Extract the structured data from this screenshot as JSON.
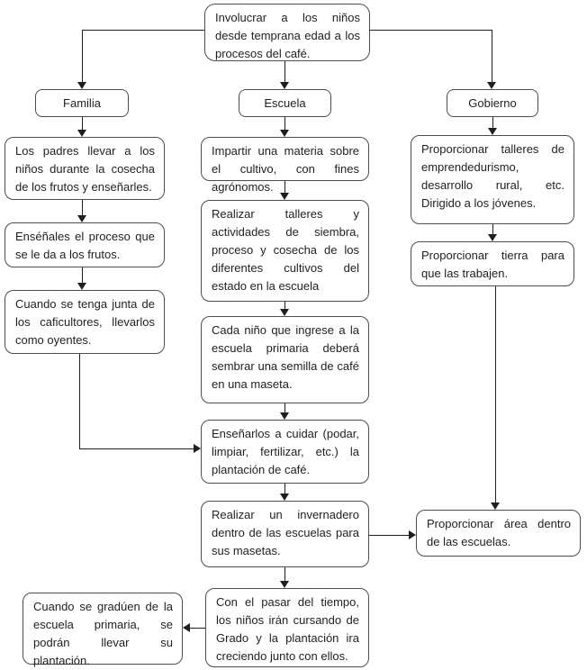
{
  "style": {
    "border_color": "#4d4d4d",
    "line_color": "#1f1f1f",
    "text_color": "#1f1f1f",
    "background_color": "#ffffff"
  },
  "flowchart": {
    "root": "Involucrar a los niños desde temprana edad a los procesos del café.",
    "branch_headers": {
      "familia": "Familia",
      "escuela": "Escuela",
      "gobierno": "Gobierno"
    },
    "familia": {
      "step1": "Los padres llevar a los niños durante la cosecha de los frutos y enseñarles.",
      "step2": "Enséñales el proceso que se le da a los frutos.",
      "step3": "Cuando se tenga junta de los caficultores, llevarlos como oyentes."
    },
    "escuela": {
      "step1": "Impartir una materia sobre el cultivo, con fines agrónomos.",
      "step2": "Realizar talleres y actividades de siembra, proceso y cosecha de los diferentes cultivos del estado en la escuela",
      "step3": "Cada niño que ingrese a la escuela primaria deberá sembrar una semilla de café en una maseta.",
      "step4": "Enseñarlos a cuidar (podar, limpiar, fertilizar, etc.) la plantación de café.",
      "step5": "Realizar un invernadero dentro de las escuelas para sus masetas.",
      "step6": "Con el pasar del tiempo, los niños irán cursando de Grado y la plantación ira creciendo junto con ellos."
    },
    "gobierno": {
      "step1": "Proporcionar talleres de emprendedurismo, desarrollo rural, etc. Dirigido a los jóvenes.",
      "step2": "Proporcionar tierra para que las trabajen.",
      "step3": "Proporcionar área dentro de las escuelas."
    },
    "outcome": "Cuando se gradúen de la escuela primaria, se podrán llevar su plantación."
  }
}
